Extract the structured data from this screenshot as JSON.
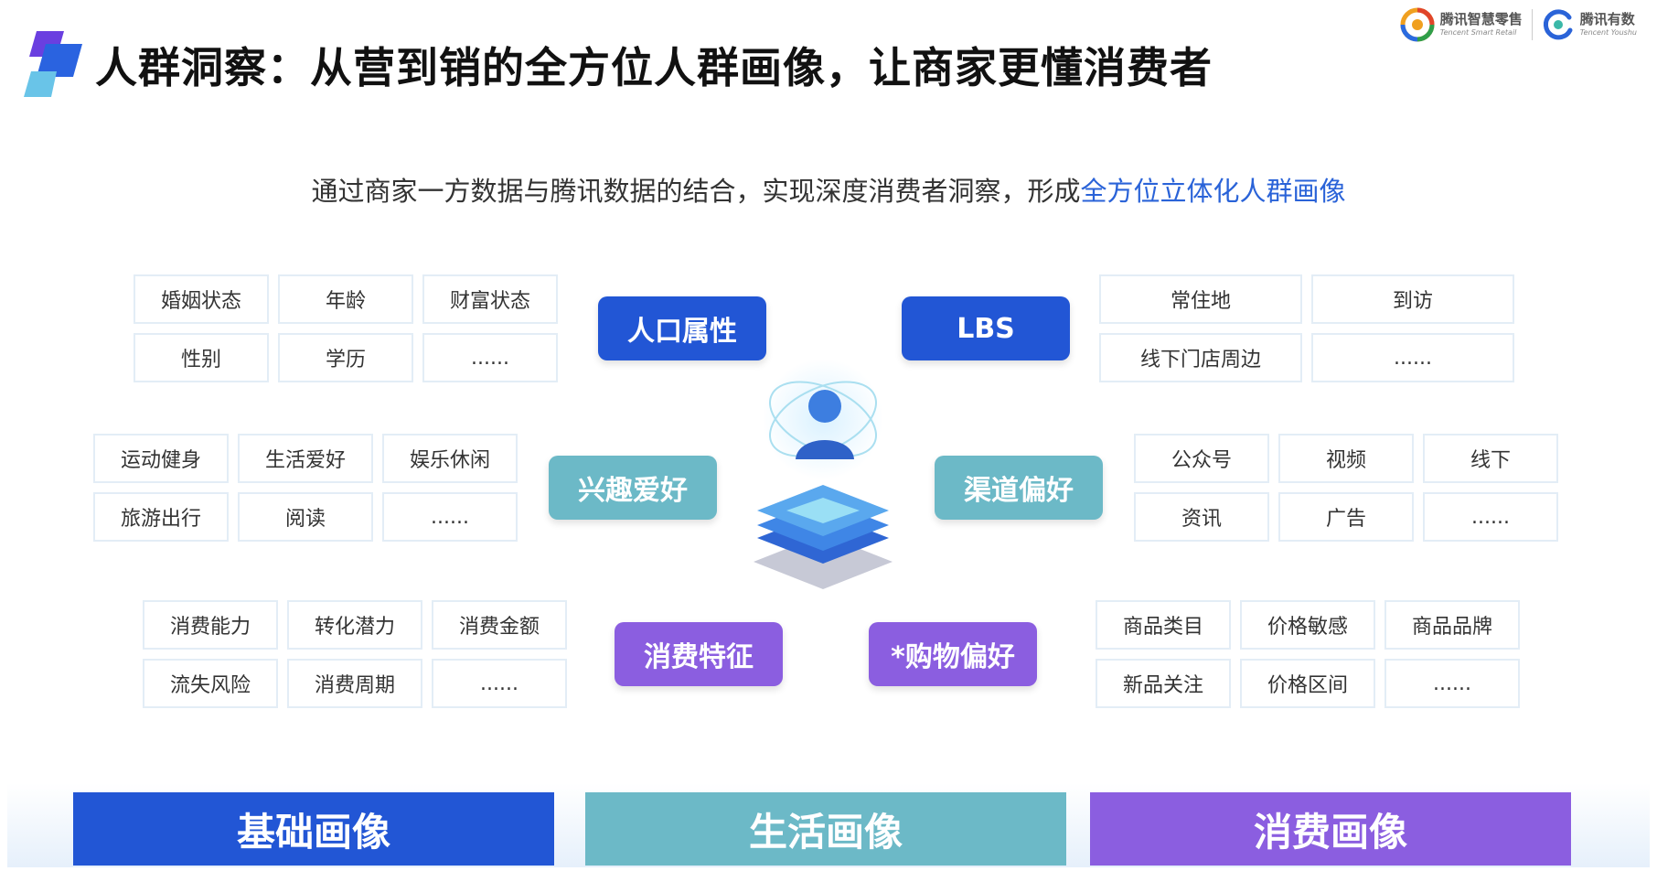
{
  "header": {
    "title": "人群洞察：从营到销的全方位人群画像，让商家更懂消费者",
    "brands": [
      {
        "name_cn": "腾讯智慧零售",
        "name_en": "Tencent Smart Retail"
      },
      {
        "name_cn": "腾讯有数",
        "name_en": "Tencent Youshu"
      }
    ]
  },
  "subtitle": {
    "prefix": "通过商家一方数据与腾讯数据的结合，实现深度消费者洞察，形成",
    "highlight": "全方位立体化人群画像"
  },
  "categories": {
    "population": "人口属性",
    "lbs": "LBS",
    "interest": "兴趣爱好",
    "channel": "渠道偏好",
    "consumption": "消费特征",
    "shopping": "*购物偏好"
  },
  "tags": {
    "population": [
      "婚姻状态",
      "年龄",
      "财富状态",
      "性别",
      "学历",
      "......"
    ],
    "lbs": [
      "常住地",
      "到访",
      "线下门店周边",
      "......"
    ],
    "interest": [
      "运动健身",
      "生活爱好",
      "娱乐休闲",
      "旅游出行",
      "阅读",
      "......"
    ],
    "channel": [
      "公众号",
      "视频",
      "线下",
      "资讯",
      "广告",
      "......"
    ],
    "consumption": [
      "消费能力",
      "转化潜力",
      "消费金额",
      "流失风险",
      "消费周期",
      "......"
    ],
    "shopping": [
      "商品类目",
      "价格敏感",
      "商品品牌",
      "新品关注",
      "价格区间",
      "......"
    ]
  },
  "portraits": [
    "基础画像",
    "生活画像",
    "消费画像"
  ],
  "colors": {
    "blue": "#2256d5",
    "teal": "#6cb9c7",
    "purple": "#8b5ee0",
    "highlight": "#2a63d8"
  },
  "icons": [
    "logo-mark-icon",
    "tencent-smart-retail-logo-icon",
    "tencent-youshu-logo-icon",
    "user-profile-center-icon"
  ]
}
